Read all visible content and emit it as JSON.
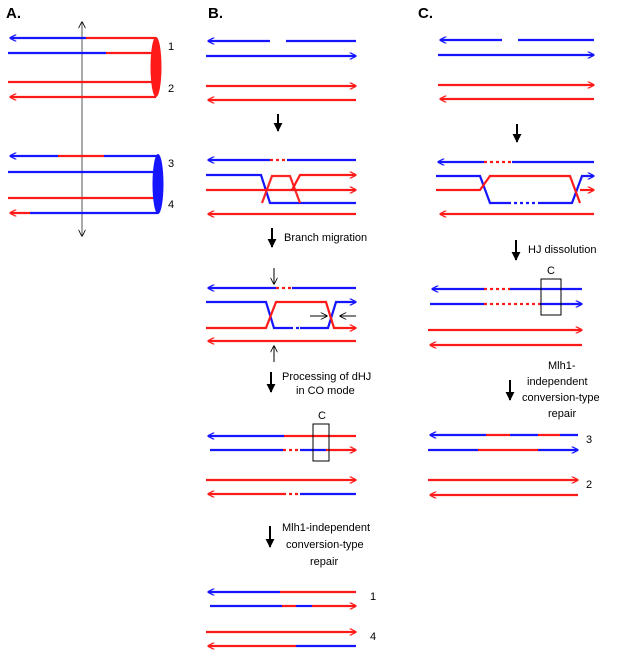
{
  "panels": {
    "a": {
      "label": "A.",
      "chromatid_numbers": [
        "1",
        "2",
        "3",
        "4"
      ]
    },
    "b": {
      "label": "B.",
      "steps": {
        "branch_migration": "Branch migration",
        "processing_line1": "Processing of dHJ",
        "processing_line2": "in CO mode",
        "repair_line1": "Mlh1-independent",
        "repair_line2": "conversion-type",
        "repair_line3": "repair"
      },
      "box_label": "C",
      "result_numbers": [
        "1",
        "4"
      ]
    },
    "c": {
      "label": "C.",
      "steps": {
        "dissolution": "HJ dissolution",
        "repair_line1": "Mlh1-",
        "repair_line2": "independent",
        "repair_line3": "conversion-type",
        "repair_line4": "repair"
      },
      "box_label": "C",
      "result_numbers": [
        "3",
        "2"
      ]
    }
  },
  "colors": {
    "blue": "#1515ff",
    "red": "#ff1a1a",
    "black": "#000000"
  }
}
